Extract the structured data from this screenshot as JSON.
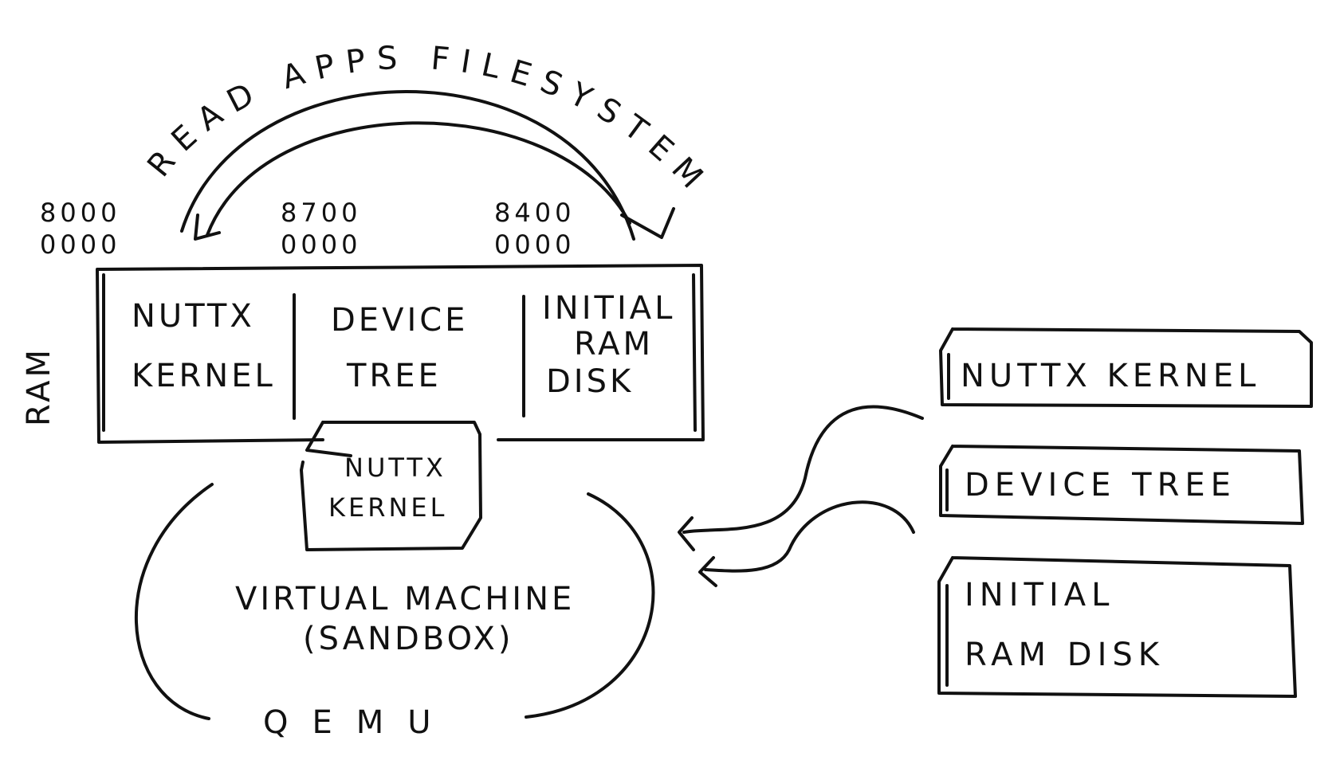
{
  "title": "QEMU virtual machine memory layout",
  "arc_label": "READ APPS FILESYSTEM",
  "addresses": [
    {
      "high": "8000",
      "low": "0000"
    },
    {
      "high": "8700",
      "low": "0000"
    },
    {
      "high": "8400",
      "low": "0000"
    }
  ],
  "ram": {
    "label": "RAM",
    "regions": [
      {
        "line1": "NUTTX",
        "line2": "KERNEL"
      },
      {
        "line1": "DEVICE",
        "line2": "TREE"
      },
      {
        "line1": "INITIAL",
        "line2": "RAM",
        "line3": "DISK"
      }
    ]
  },
  "vm": {
    "kernel_line1": "NUTTX",
    "kernel_line2": "KERNEL",
    "line1": "VIRTUAL MACHINE",
    "line2": "(SANDBOX)",
    "qemu": "QEMU"
  },
  "files": [
    {
      "line1": "NUTTX KERNEL"
    },
    {
      "line1": "DEVICE TREE"
    },
    {
      "line1": "INITIAL",
      "line2": "RAM DISK"
    }
  ]
}
